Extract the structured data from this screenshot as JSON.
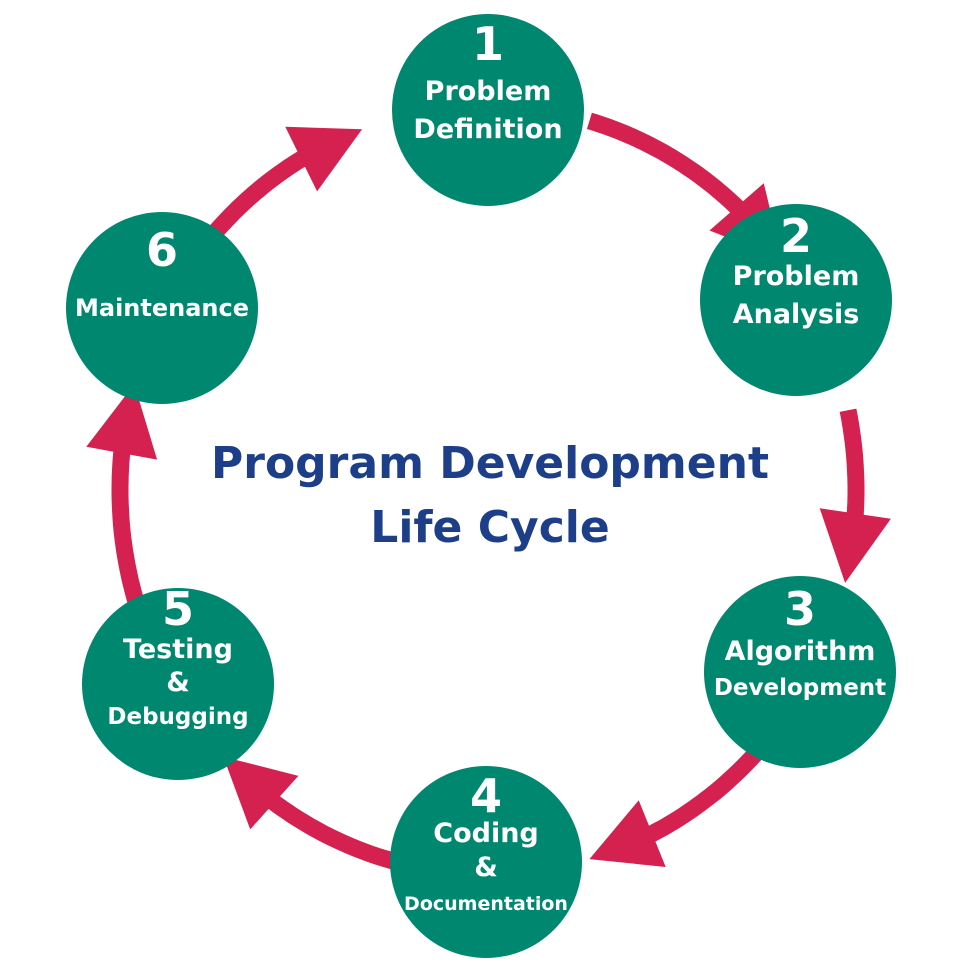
{
  "title": {
    "line1": "Program Development",
    "line2": "Life Cycle"
  },
  "colors": {
    "node": "#00876f",
    "arrow": "#d42150",
    "title": "#1d3f8a",
    "text": "#ffffff"
  },
  "nodes": [
    {
      "number": "1",
      "lines": [
        "Problem",
        "Definition"
      ]
    },
    {
      "number": "2",
      "lines": [
        "Problem",
        "Analysis"
      ]
    },
    {
      "number": "3",
      "lines": [
        "Algorithm",
        "Development"
      ]
    },
    {
      "number": "4",
      "lines": [
        "Coding",
        "&",
        "Documentation"
      ]
    },
    {
      "number": "5",
      "lines": [
        "Testing",
        "&",
        "Debugging"
      ]
    },
    {
      "number": "6",
      "lines": [
        "Maintenance"
      ]
    }
  ]
}
